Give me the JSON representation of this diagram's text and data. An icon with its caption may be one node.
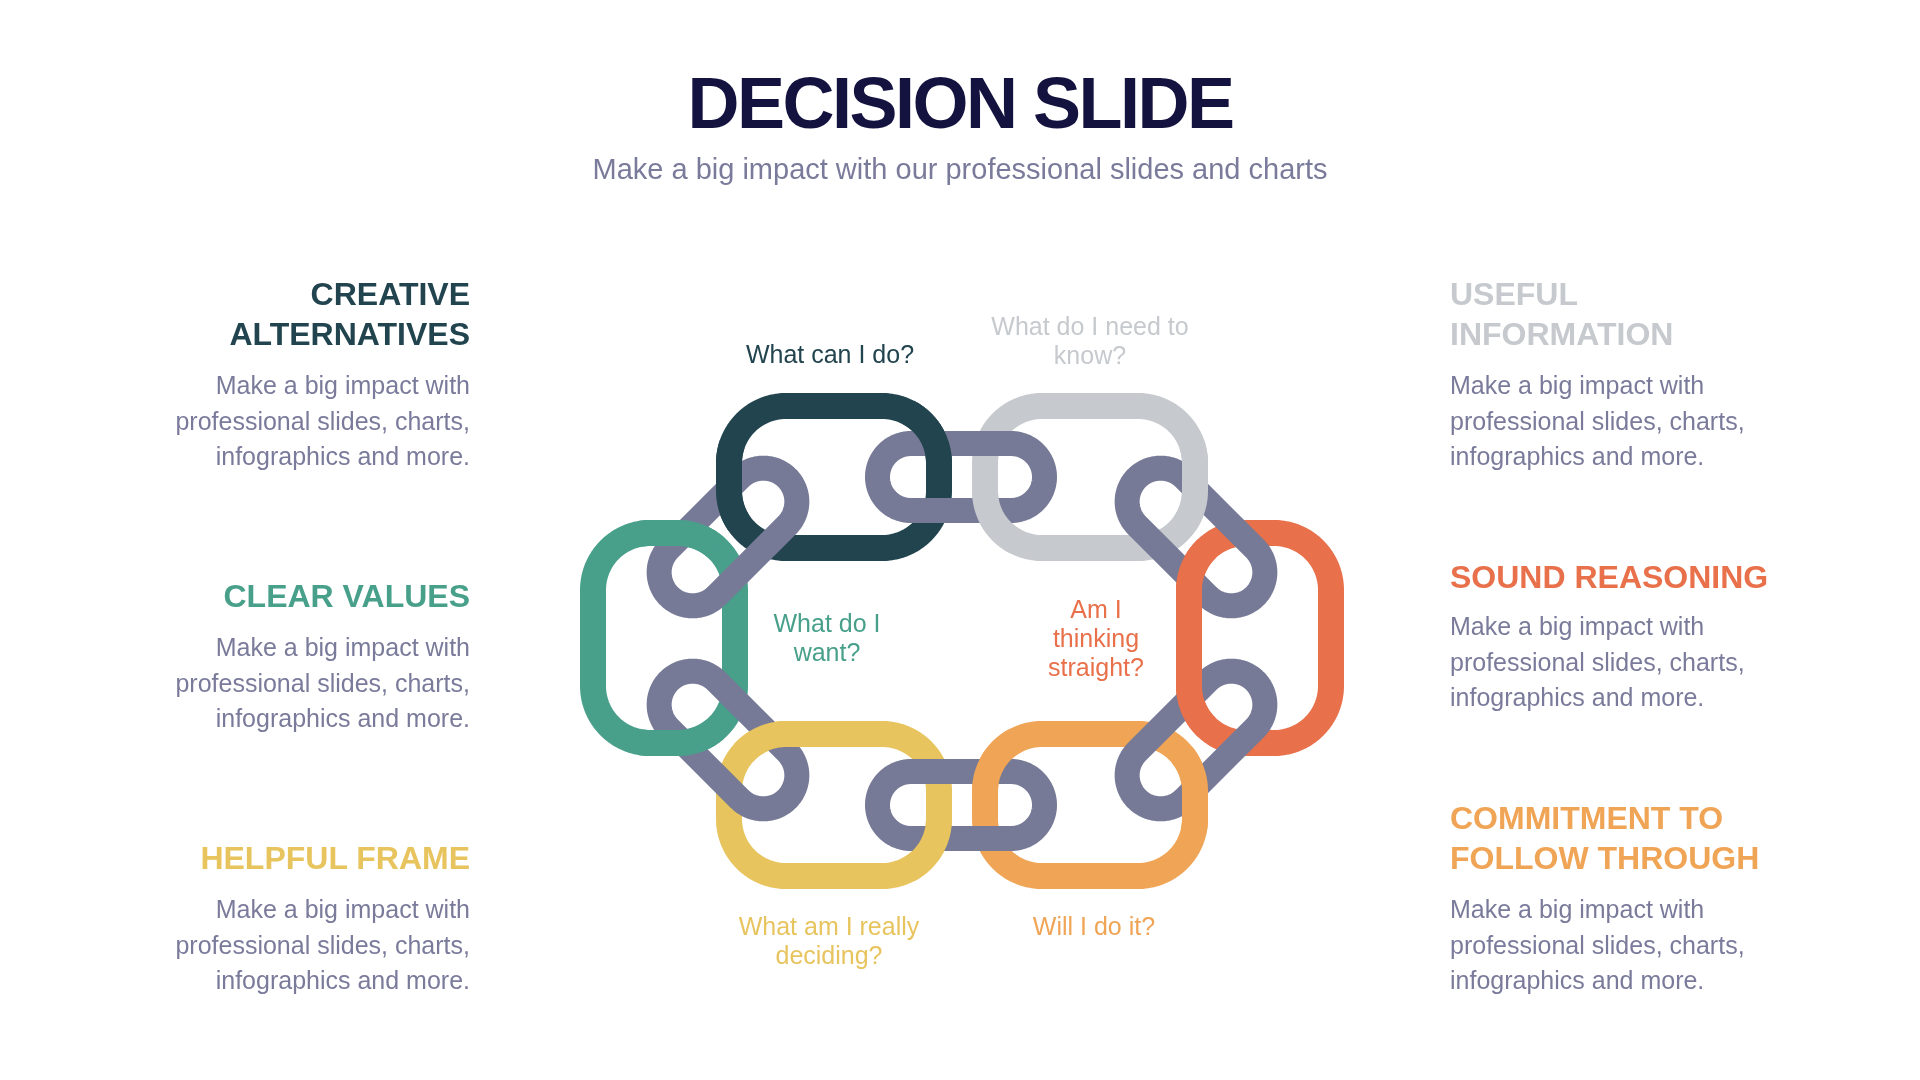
{
  "diagram": {
    "title": "DECISION SLIDE",
    "labels": [
      "Make a big impact with our professional slides and charts",
      "CREATIVE ALTERNATIVES",
      "Make a big impact with professional slides, charts, infographics and more.",
      "CLEAR VALUES",
      "Make a big impact with professional slides, charts, infographics and more.",
      "HELPFUL FRAME",
      "Make a big impact with professional slides, charts, infographics and more.",
      "What can I do?",
      "What do I need to know?",
      "What do I want?",
      "Am I thinking straight?",
      "What am I really deciding?",
      "Will I do it?",
      "USEFUL INFORMATION",
      "Make a big impact with professional slides, charts, infographics and more.",
      "SOUND REASONING",
      "Make a big impact with professional slides, charts, infographics and more.",
      "COMMITMENT TO FOLLOW THROUGH",
      "Make a big impact with professional slides, charts, infographics and more."
    ]
  }
}
